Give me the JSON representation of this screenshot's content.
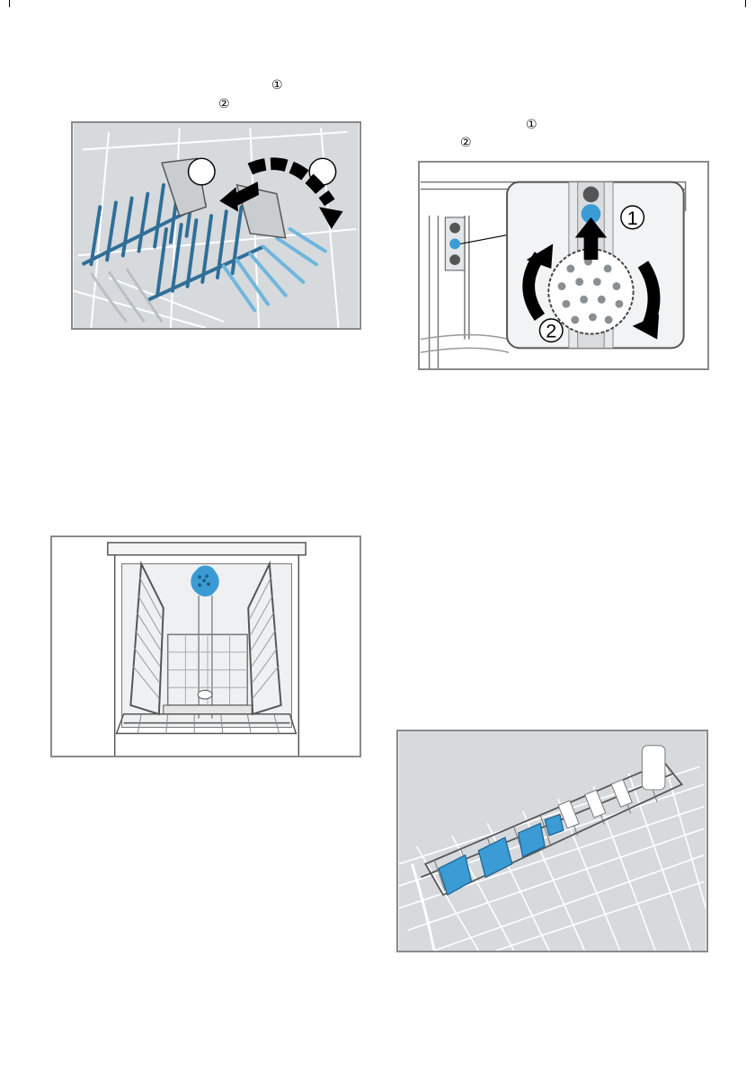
{
  "page": {
    "step_markers": {
      "fig1_step1": "①",
      "fig1_step2": "②",
      "fig2_step1": "①",
      "fig2_step2": "②"
    }
  },
  "figures": {
    "fig_rack_lever": {
      "callouts": [
        "",
        ""
      ]
    },
    "fig_nozzle": {
      "callouts": [
        "1",
        "2"
      ]
    },
    "fig_tub_front": {},
    "fig_cutlery_rack": {}
  },
  "colors": {
    "frame": "#8a8a8a",
    "panel": "#d8dcdf",
    "tine_blue": "#2f6f98",
    "accent_blue": "#3a9bd5",
    "arrow": "#000000"
  }
}
